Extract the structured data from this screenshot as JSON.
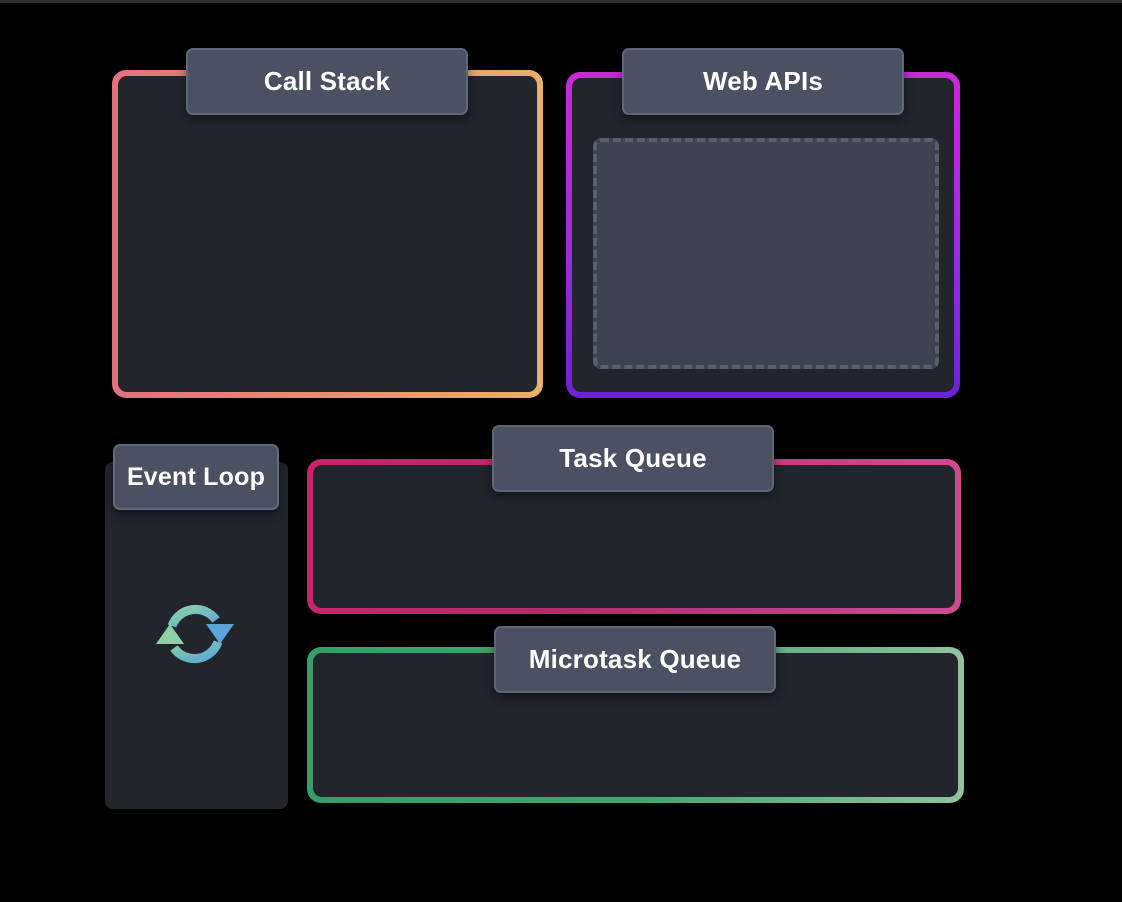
{
  "panels": {
    "call_stack": {
      "title": "Call Stack"
    },
    "web_apis": {
      "title": "Web APIs"
    },
    "event_loop": {
      "title": "Event Loop",
      "icon": "refresh-icon"
    },
    "task_queue": {
      "title": "Task Queue"
    },
    "microtask_queue": {
      "title": "Microtask Queue"
    }
  },
  "colors": {
    "background": "#000000",
    "panel_fill": "#22252c",
    "label_fill": "#4b5062",
    "call_stack_border": [
      "#e3707f",
      "#e8b068"
    ],
    "web_apis_border": [
      "#c72bd6",
      "#6a22d6"
    ],
    "task_queue_border": [
      "#c8236b",
      "#d04a93"
    ],
    "microtask_queue_border": [
      "#3a9b6b",
      "#8fc2a0"
    ],
    "loop_icon": [
      "#8fd0a8",
      "#5aa6d8"
    ]
  }
}
